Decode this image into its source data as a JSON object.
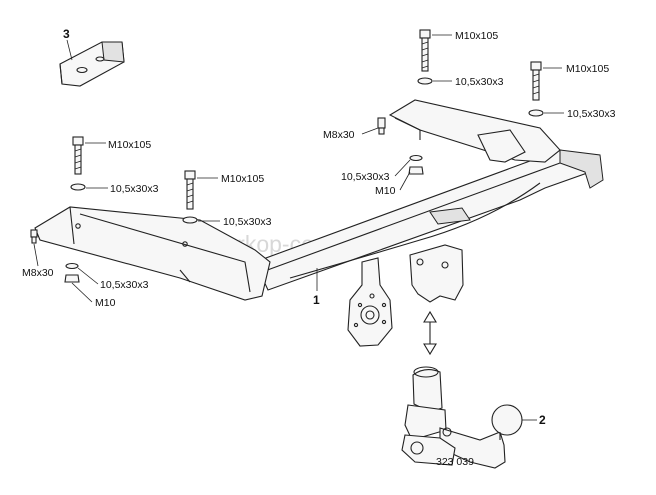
{
  "watermark": "farkop-center.ru",
  "callouts": {
    "beam": "1",
    "ball": "2",
    "bracket": "3"
  },
  "fasteners": {
    "bolt_m10x105": "M10x105",
    "washer": "10,5x30x3",
    "bolt_m8x30": "M8x30",
    "nut_m10": "M10"
  },
  "part_number": "323 039"
}
